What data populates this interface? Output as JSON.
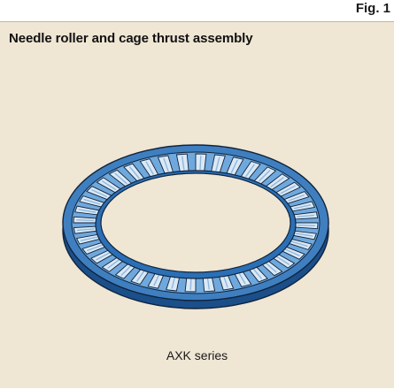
{
  "figure": {
    "label": "Fig. 1",
    "title": "Needle roller and cage thrust assembly",
    "caption": "AXK series"
  },
  "colors": {
    "background": "#efe6d4",
    "cage_blue": "#2b6fb5",
    "cage_dark": "#1b4f8a",
    "cage_light": "#6fa8dc",
    "roller_light": "#dbe9f6",
    "outline": "#10243d"
  }
}
